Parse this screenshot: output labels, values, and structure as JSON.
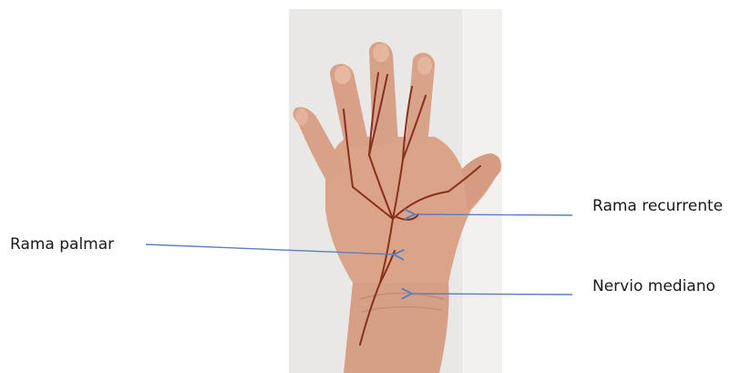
{
  "figure": {
    "photo": {
      "subject": "open palm with median nerve branches drawn",
      "colors": {
        "background": "#e9e8e6",
        "skin": "#d9a086",
        "skin_shadow": "#c98f76",
        "nerve_lines": "#8a2f1e"
      }
    },
    "annotations": [
      {
        "id": "rama-recurrente",
        "text": "Rama recurrente"
      },
      {
        "id": "rama-palmar",
        "text": "Rama palmar"
      },
      {
        "id": "nervio-mediano",
        "text": "Nervio mediano"
      }
    ],
    "arrow_color": "#5b7fbf"
  }
}
